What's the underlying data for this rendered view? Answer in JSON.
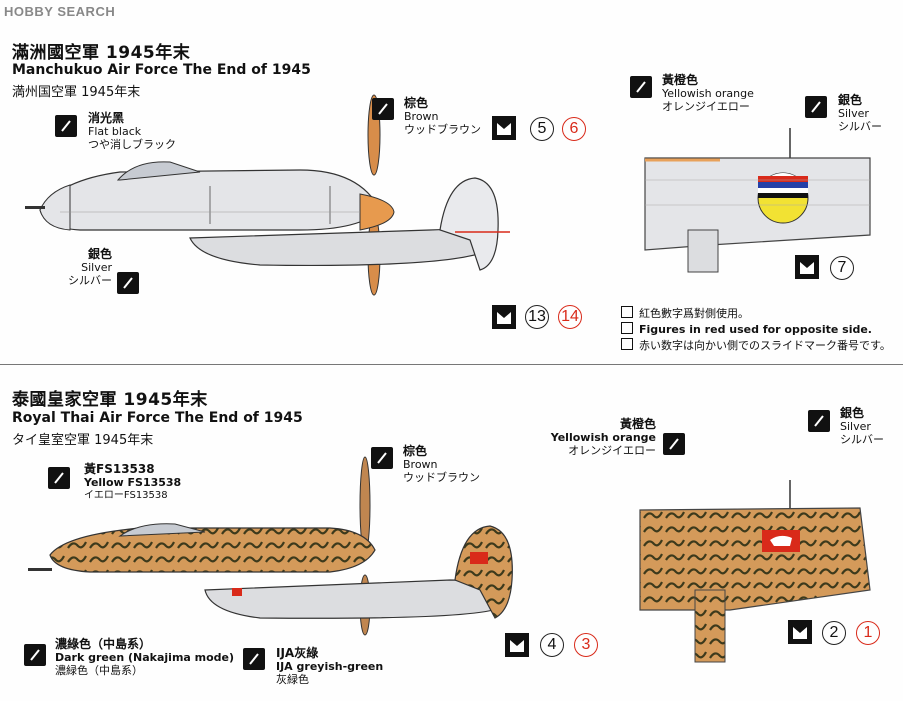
{
  "watermark": "HOBBY SEARCH",
  "section1": {
    "title_cn": "滿洲國空軍  1945年末",
    "title_en": "Manchukuo Air Force The End of 1945",
    "title_jp": "満州国空軍  1945年末",
    "labels": {
      "flat_black": {
        "cn": "消光黑",
        "en": "Flat black",
        "jp": "つや消しブラック"
      },
      "brown": {
        "cn": "棕色",
        "en": "Brown",
        "jp": "ウッドブラウン"
      },
      "silver": {
        "cn": "銀色",
        "en": "Silver",
        "jp": "シルバー"
      },
      "yellowish_orange": {
        "cn": "黃橙色",
        "en": "Yellowish orange",
        "jp": "オレンジイエロー"
      },
      "silver_tail": {
        "cn": "銀色",
        "en": "Silver",
        "jp": "シルバー"
      }
    },
    "decals": {
      "d5": "5",
      "d6": "6",
      "d7": "7",
      "d13": "13",
      "d14": "14"
    },
    "notes": [
      "紅色數字爲對側使用。",
      "Figures in red used for opposite side.",
      "赤い数字は向かい側でのスライドマーク番号です。"
    ]
  },
  "section2": {
    "title_cn": "泰國皇家空軍  1945年末",
    "title_en": "Royal Thai Air Force The End of 1945",
    "title_jp": "タイ皇室空軍  1945年末",
    "labels": {
      "yellow": {
        "cn": "黃FS13538",
        "en": "Yellow FS13538",
        "jp": "イエローFS13538"
      },
      "brown": {
        "cn": "棕色",
        "en": "Brown",
        "jp": "ウッドブラウン"
      },
      "dark_green": {
        "cn": "濃綠色（中島系）",
        "en": "Dark green (Nakajima mode)",
        "jp": "濃緑色（中島系）"
      },
      "ija": {
        "cn": "IJA灰綠",
        "en": "IJA greyish-green",
        "jp": "灰緑色"
      },
      "yellowish_orange": {
        "cn": "黃橙色",
        "en": "Yellowish orange",
        "jp": "オレンジイエロー"
      },
      "silver": {
        "cn": "銀色",
        "en": "Silver",
        "jp": "シルバー"
      }
    },
    "decals": {
      "d4": "4",
      "d3": "3",
      "d2": "2",
      "d1": "1"
    }
  },
  "colors": {
    "red": "#d92a1a",
    "orange": "#e8a15a",
    "tiger": "#c99a5a",
    "silver": "#dcdde0",
    "yellow": "#f2e233"
  }
}
